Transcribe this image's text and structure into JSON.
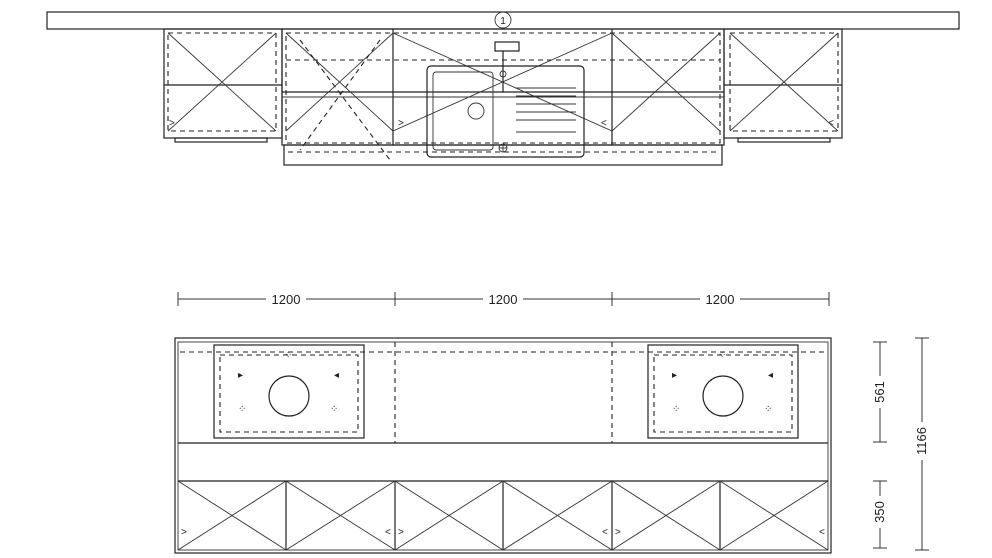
{
  "elevation": {
    "marker_label": "1"
  },
  "dimensions": {
    "widths": [
      "1200",
      "1200",
      "1200"
    ],
    "upper_depth": "561",
    "lower_depth": "350",
    "total_depth": "1166"
  },
  "hinge_marks": {
    "right": ">",
    "left": "<"
  }
}
